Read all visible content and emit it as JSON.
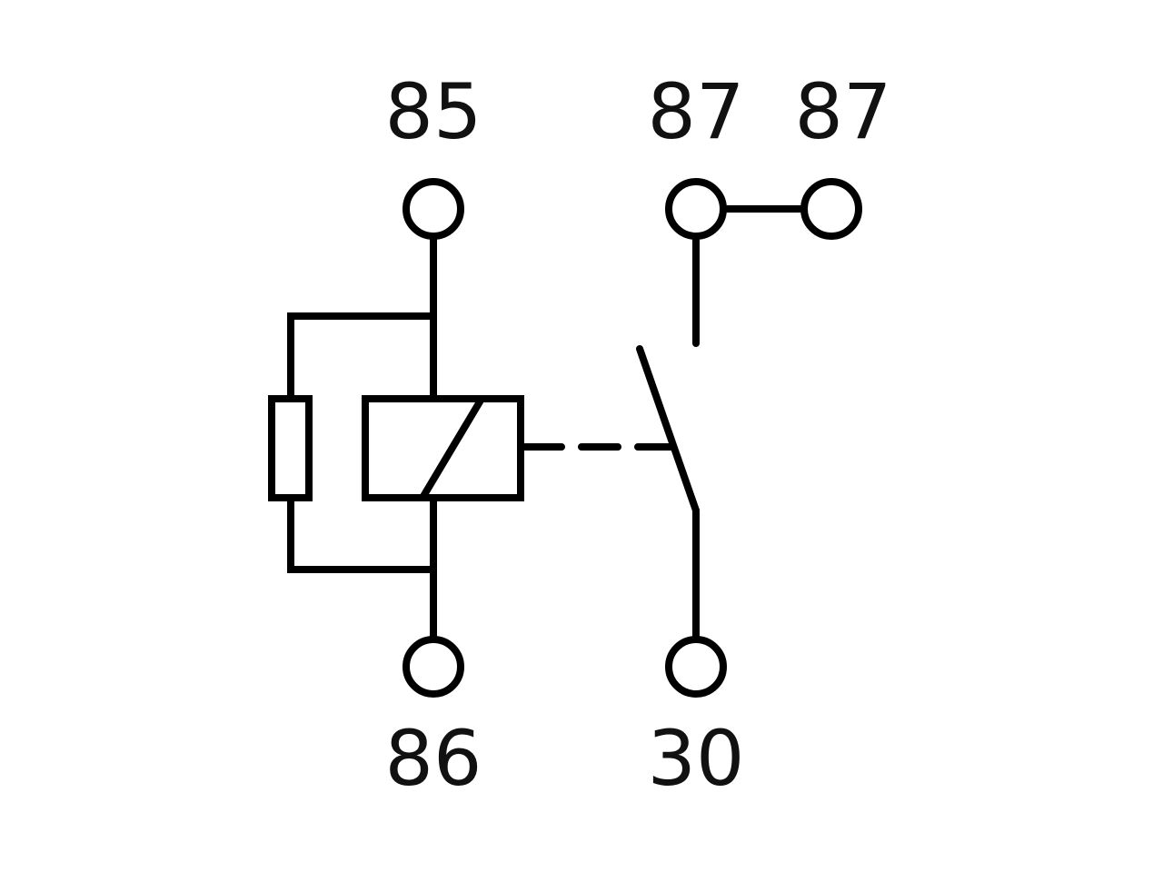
{
  "diagram": {
    "terminals": {
      "t85": "85",
      "t86": "86",
      "t87a": "87",
      "t87b": "87",
      "t30": "30"
    }
  },
  "colors": {
    "line": "#000000",
    "background": "#ffffff"
  }
}
